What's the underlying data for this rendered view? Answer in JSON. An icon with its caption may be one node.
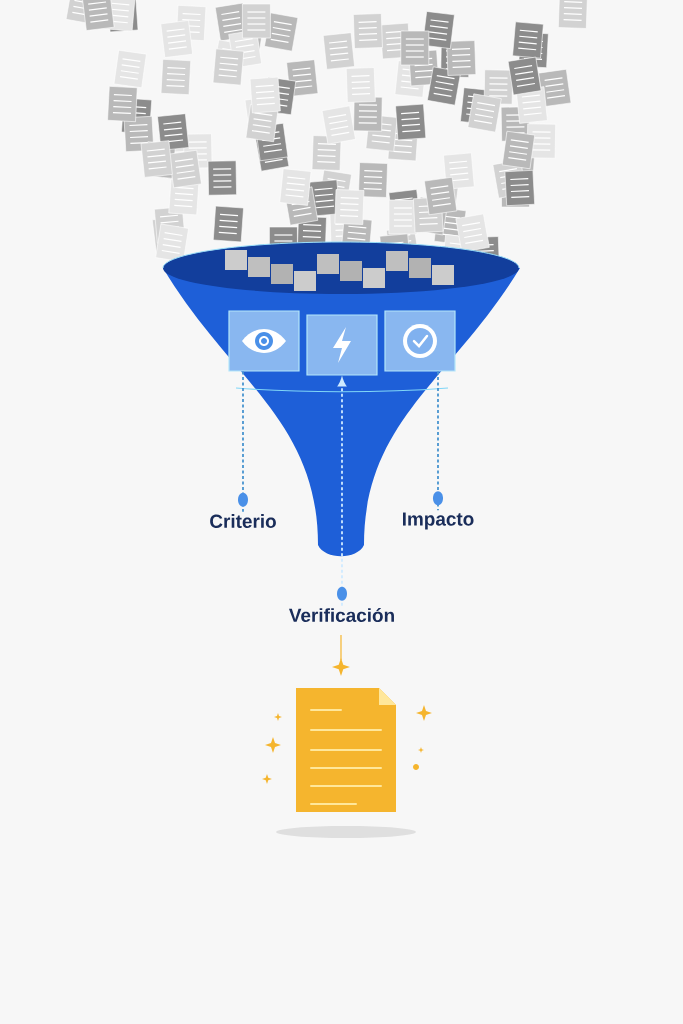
{
  "diagram": {
    "nodes": [
      {
        "text": [],
        "shape": "picture"
      },
      {
        "text": [],
        "shape": "picture"
      },
      {
        "text": [],
        "shape": "picture"
      },
      {
        "text": [
          "Criterio"
        ]
      },
      {
        "text": [
          "Verificación"
        ]
      },
      {
        "text": [
          "Impacto"
        ]
      },
      {
        "text": [],
        "shape": "picture"
      }
    ],
    "edges": [
      {
        "from": 0,
        "to": 3,
        "arrow": "none",
        "style": "dashed"
      },
      {
        "from": 4,
        "to": 1,
        "arrow": "to",
        "style": "dashed",
        "color": "#cfeaff"
      },
      {
        "from": 2,
        "to": 5,
        "arrow": "none",
        "style": "dashed"
      }
    ]
  }
}
